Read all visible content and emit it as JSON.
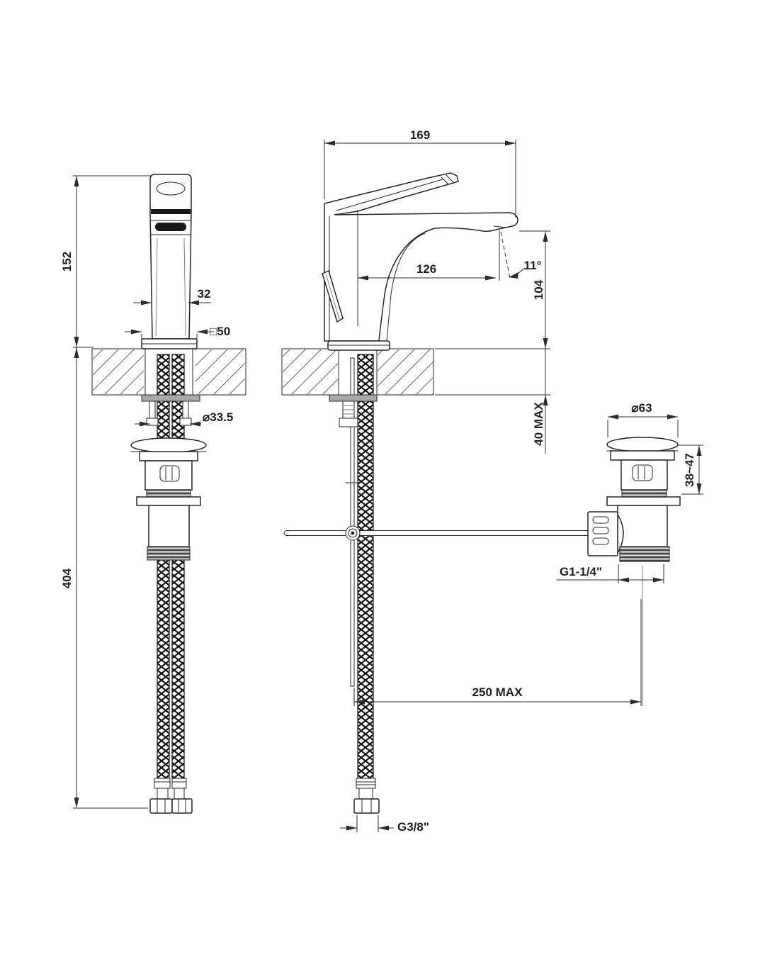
{
  "drawing": {
    "background": "#ffffff",
    "line_color": "#262626",
    "dimension_color": "#2b2b2b",
    "dimensions": {
      "front": {
        "height": "152",
        "body_width": "32",
        "base_square": "□50",
        "hole_diameter": "⌀33.5",
        "hose_length": "404"
      },
      "side": {
        "total_depth": "169",
        "spout_reach": "126",
        "spout_angle": "11°",
        "spout_height": "104",
        "deck_thickness": "40 MAX",
        "rod_reach": "250 MAX",
        "supply_thread": "G3/8\""
      },
      "waste": {
        "cap_diameter": "⌀63",
        "height_range": "38~47",
        "outlet_thread": "G1-1/4\""
      }
    }
  }
}
